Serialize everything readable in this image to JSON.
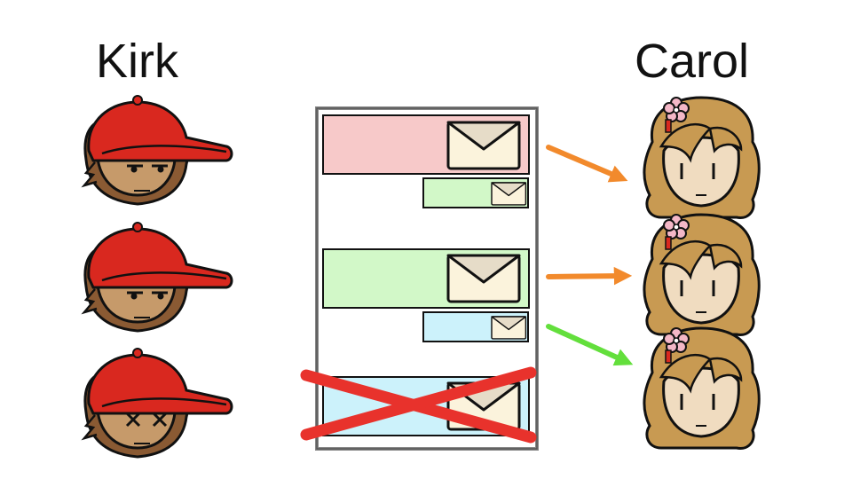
{
  "people": {
    "sender": {
      "name": "Kirk",
      "avatar": "boy-red-cap-avatar"
    },
    "receiver": {
      "name": "Carol",
      "avatar": "girl-flower-hairclip-avatar"
    }
  },
  "sender_states": [
    "normal",
    "normal",
    "dead"
  ],
  "messages": [
    {
      "kind": "large",
      "color": "#f7c9c9",
      "icon": "envelope-icon"
    },
    {
      "kind": "small",
      "color": "#d2f8c8",
      "icon": "envelope-icon"
    },
    {
      "kind": "large",
      "color": "#d2f8c8",
      "icon": "envelope-icon"
    },
    {
      "kind": "small",
      "color": "#ccf2fb",
      "icon": "envelope-icon"
    },
    {
      "kind": "large",
      "color": "#ccf2fb",
      "icon": "envelope-icon",
      "crossed_out": true
    }
  ],
  "arrows": [
    {
      "color": "#f28a2c"
    },
    {
      "color": "#f28a2c"
    },
    {
      "color": "#63df3c"
    }
  ],
  "colors": {
    "cross": "#e8322c",
    "cap": "#d9281f",
    "hair_kirk": "#8a5a33",
    "skin": "#e7c9a0",
    "hair_carol": "#c89a52",
    "flower": "#f4b7c7"
  }
}
